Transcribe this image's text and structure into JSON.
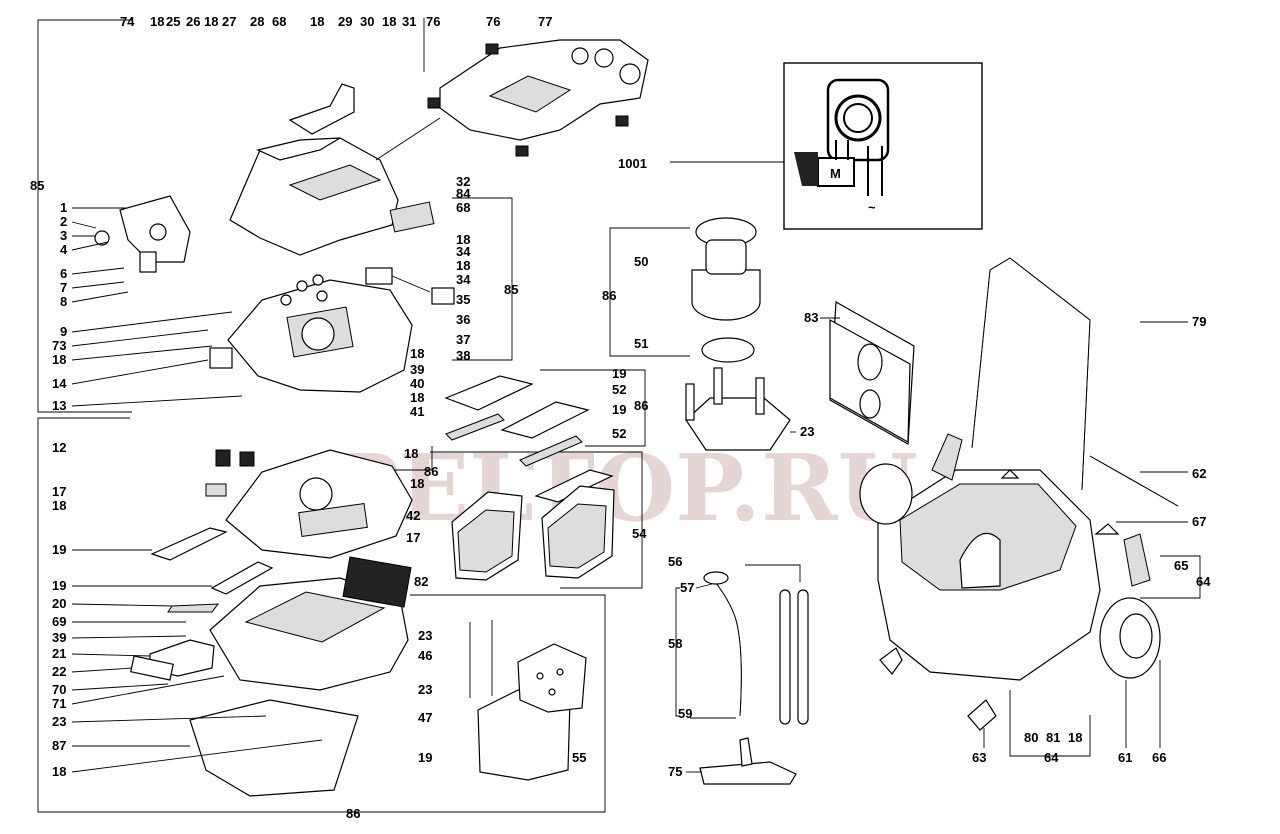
{
  "watermark": "PELTOP.RU",
  "schematic_marks": [
    "M",
    "~"
  ],
  "labels": {
    "top_row": [
      "74",
      "18",
      "25",
      "26",
      "18",
      "27",
      "28",
      "68",
      "18",
      "29",
      "30",
      "18",
      "31",
      "76",
      "76",
      "77"
    ],
    "left_col": [
      "85",
      "1",
      "2",
      "3",
      "4",
      "6",
      "7",
      "8",
      "9",
      "73",
      "18",
      "14",
      "13",
      "12",
      "17",
      "18",
      "19",
      "19",
      "20",
      "69",
      "39",
      "21",
      "22",
      "70",
      "71",
      "23",
      "87",
      "18"
    ],
    "mid_col": [
      "32",
      "84",
      "68",
      "18",
      "34",
      "18",
      "34",
      "35",
      "36",
      "37",
      "38",
      "85",
      "18",
      "39",
      "40",
      "18",
      "41",
      "18",
      "86",
      "18",
      "42",
      "17",
      "82",
      "23",
      "46",
      "23",
      "47",
      "19",
      "55",
      "86"
    ],
    "filter_group": [
      "19",
      "52",
      "19",
      "52",
      "86",
      "54"
    ],
    "motor_group": [
      "50",
      "86",
      "51",
      "23",
      "1001"
    ],
    "right_group": [
      "83",
      "79",
      "62",
      "67",
      "65",
      "64",
      "56",
      "57",
      "58",
      "59",
      "75",
      "63",
      "80",
      "81",
      "18",
      "64",
      "61",
      "66"
    ]
  }
}
